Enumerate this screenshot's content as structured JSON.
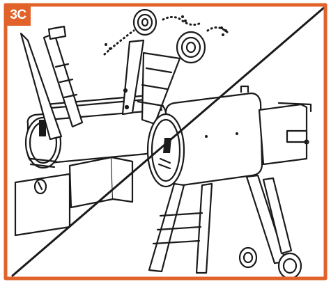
{
  "step": {
    "label": "3C"
  },
  "colors": {
    "frame": "#e1632b",
    "line": "#1a1a1a",
    "background": "#ffffff"
  },
  "illustration": {
    "left_panel": "assembly-upside-down-grill-with-legs-and-wheels",
    "right_panel": "assembled-upright-pellet-grill",
    "divider": "diagonal-line"
  }
}
